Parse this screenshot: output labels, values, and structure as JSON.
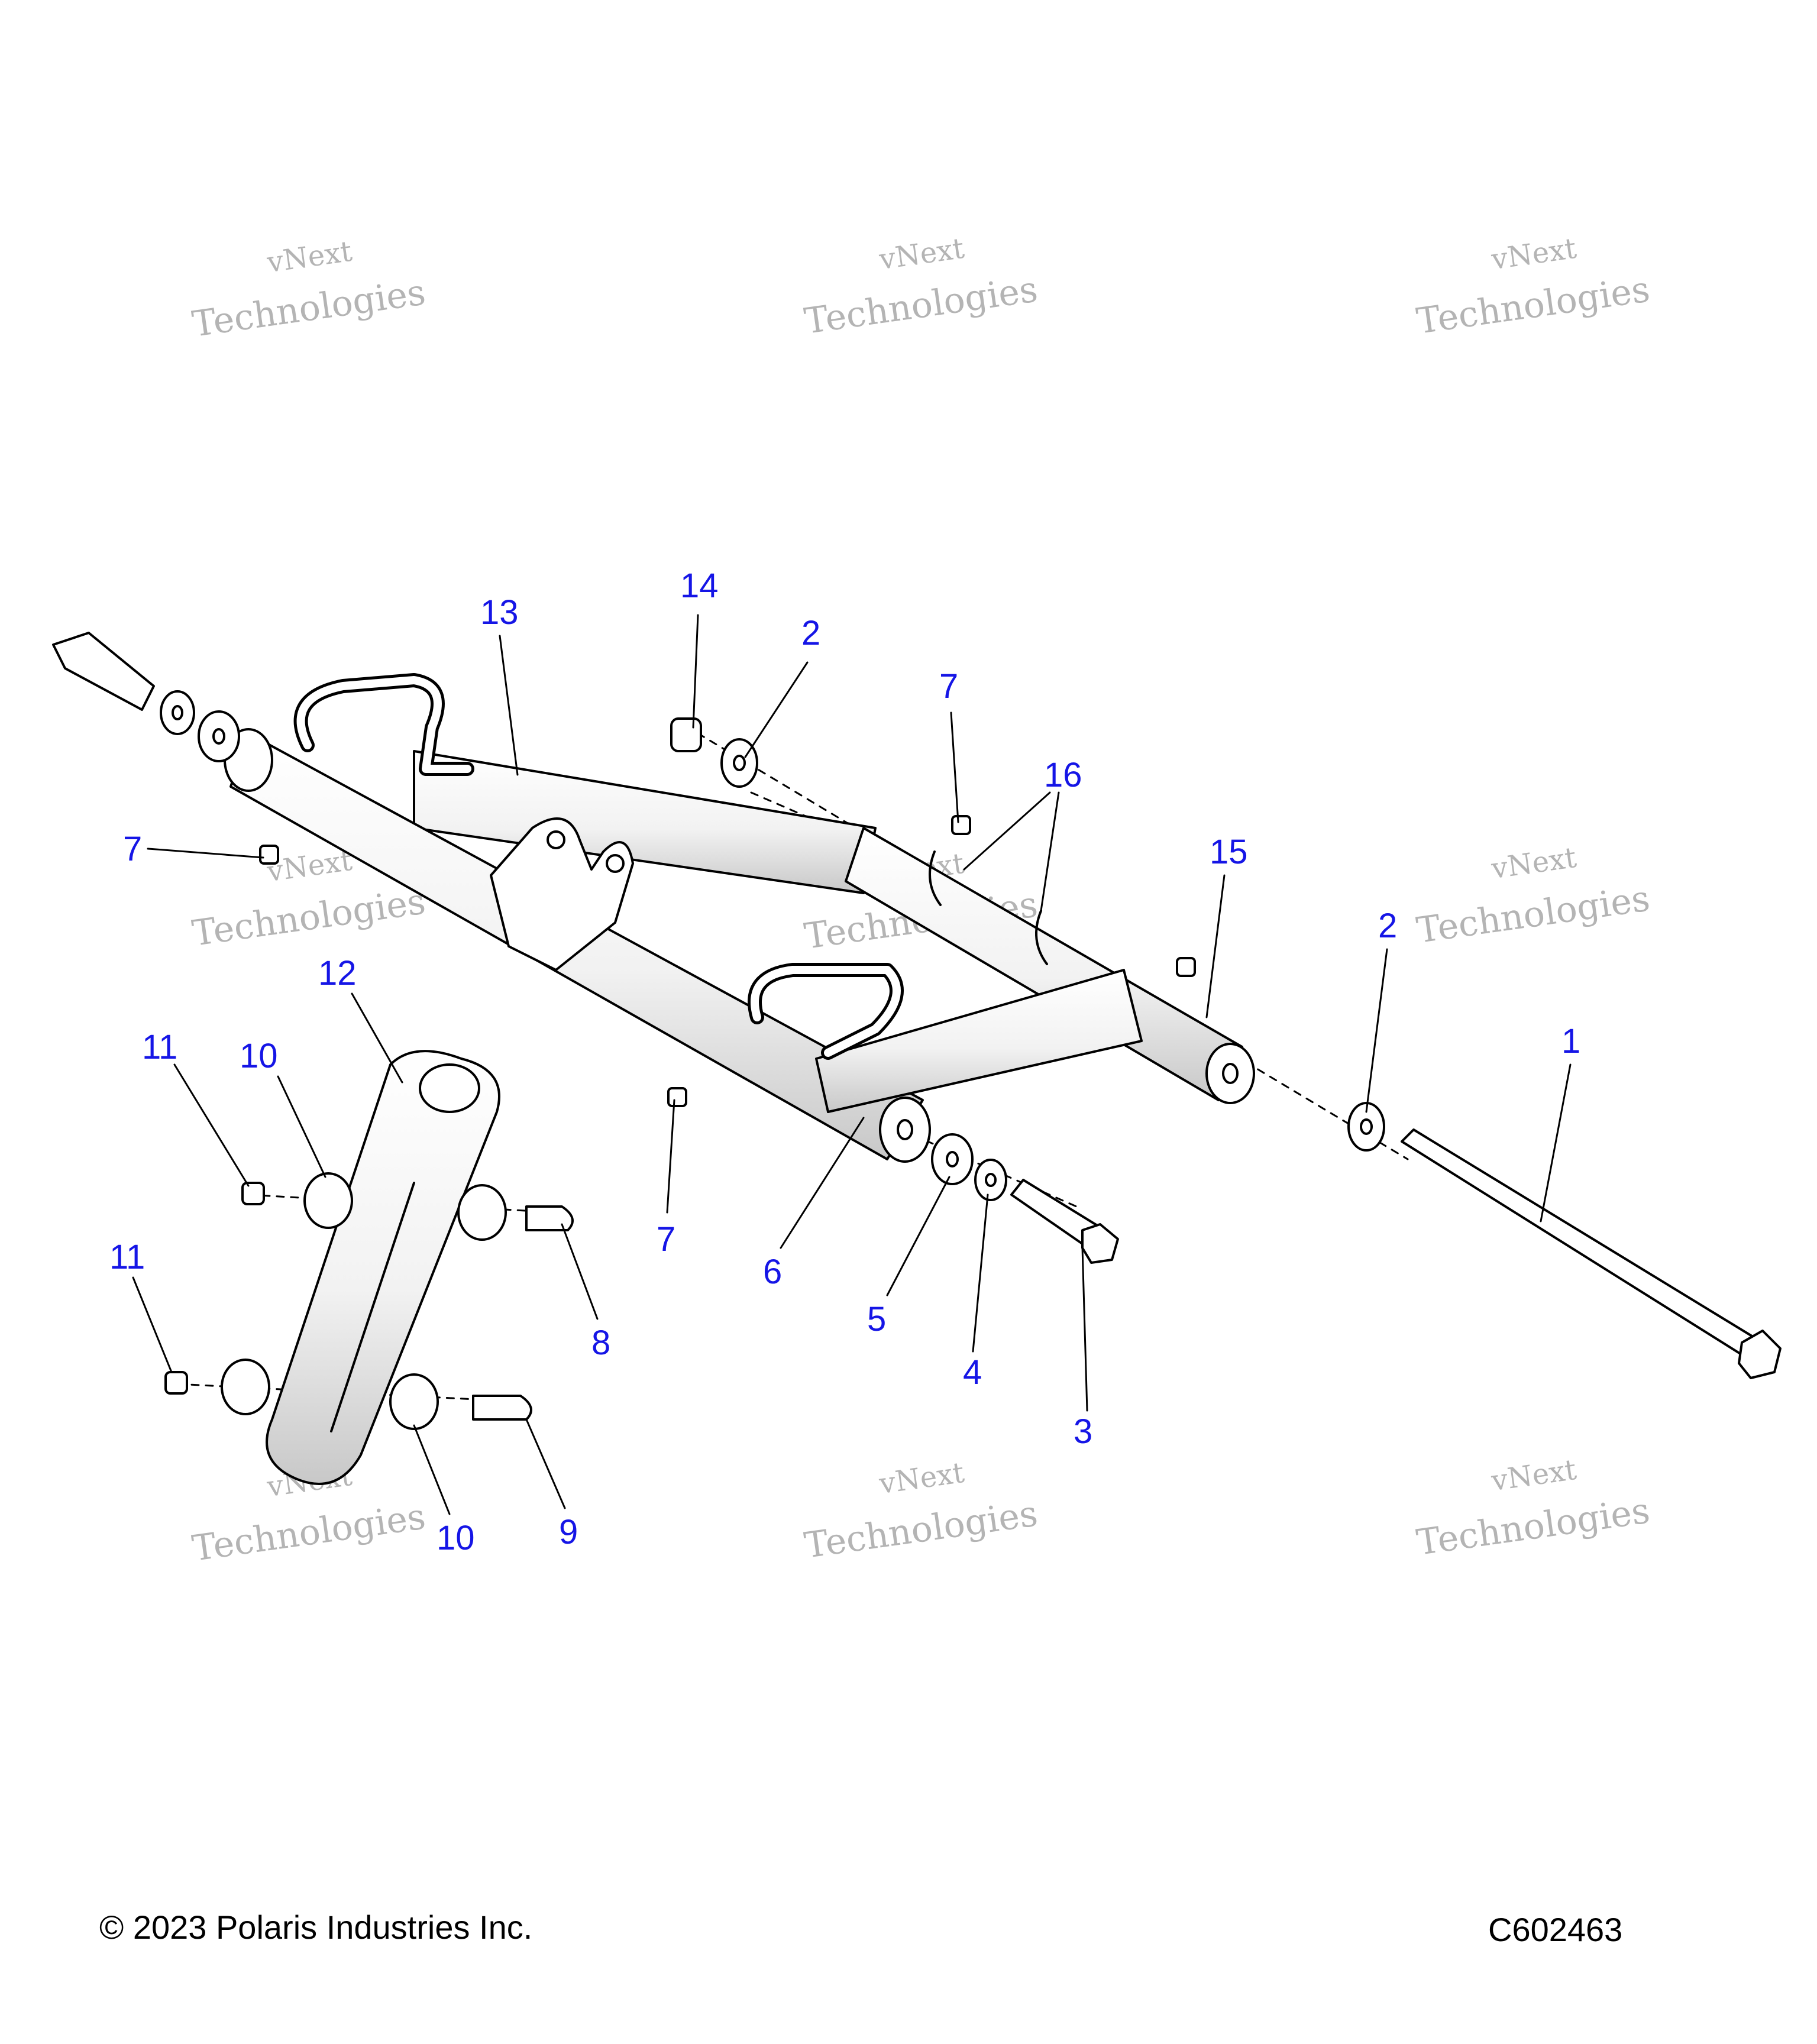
{
  "callouts": {
    "c1": "1",
    "c2a": "2",
    "c2b": "2",
    "c3": "3",
    "c4": "4",
    "c5": "5",
    "c6": "6",
    "c7a": "7",
    "c7b": "7",
    "c7c": "7",
    "c8": "8",
    "c9": "9",
    "c10a": "10",
    "c10b": "10",
    "c11a": "11",
    "c11b": "11",
    "c12": "12",
    "c13": "13",
    "c14": "14",
    "c15": "15",
    "c16": "16"
  },
  "watermark": {
    "line1": "vNext",
    "line2": "Technologies"
  },
  "footer": {
    "copyright": "© 2023 Polaris Industries Inc.",
    "drawing_code": "C602463"
  },
  "colors": {
    "callout": "#1515e6",
    "watermark": "#b4b4b4",
    "line": "#000000",
    "part_shade": "#e0e0e0"
  }
}
